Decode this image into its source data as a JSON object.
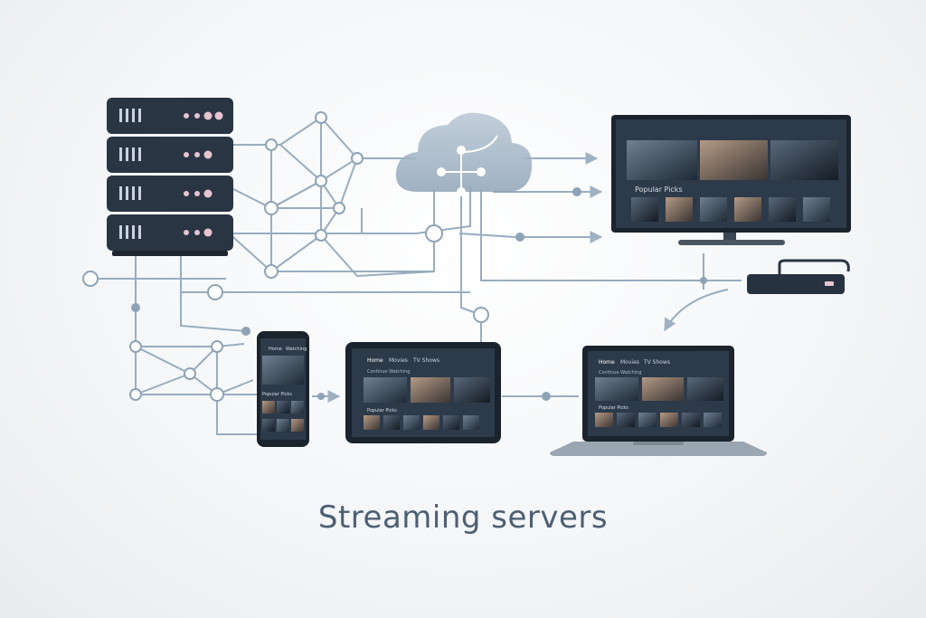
{
  "caption": "Streaming servers",
  "tv": {
    "row_label": "Popular Picks"
  },
  "tablet": {
    "nav": [
      "Home",
      "Movies",
      "TV Shows"
    ],
    "section_1": "Continue Watching",
    "section_2": "Popular Picks"
  },
  "laptop": {
    "nav": [
      "Home",
      "Movies",
      "TV Shows"
    ],
    "section_1": "Continue Watching",
    "section_2": "Popular Picks"
  },
  "phone": {
    "nav": [
      "Home",
      "Watching"
    ],
    "section_2": "Popular Picks"
  },
  "icons": [
    "server-rack-icon",
    "cloud-icon",
    "tv-icon",
    "streaming-stick-icon",
    "phone-icon",
    "tablet-icon",
    "laptop-icon"
  ],
  "colors": {
    "line": "#8fa5b8",
    "device_dark": "#263240",
    "screen_bg": "#2d3a4a",
    "server_light": "#e7c4d0",
    "caption": "#4d5f73"
  }
}
